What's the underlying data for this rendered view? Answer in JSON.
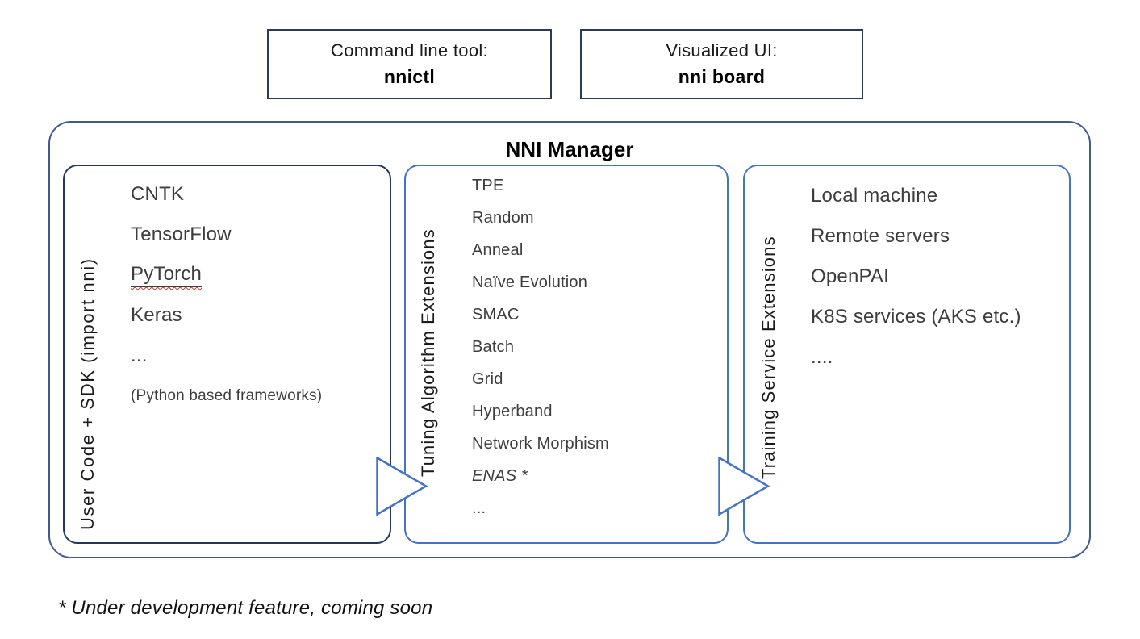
{
  "top_boxes": [
    {
      "line1": "Command line tool:",
      "line2": "nnictl"
    },
    {
      "line1": "Visualized UI:",
      "line2": "nni board"
    }
  ],
  "manager": {
    "title": "NNI Manager",
    "panels": [
      {
        "side_label": "User Code + SDK (import nni)",
        "items": [
          {
            "label": "CNTK"
          },
          {
            "label": "TensorFlow"
          },
          {
            "label": "PyTorch",
            "class": "pytorch"
          },
          {
            "label": "Keras"
          },
          {
            "label": "..."
          },
          {
            "label": "(Python based frameworks)",
            "class": "small"
          }
        ]
      },
      {
        "side_label": "Tuning Algorithm Extensions",
        "items": [
          {
            "label": "TPE"
          },
          {
            "label": "Random"
          },
          {
            "label": "Anneal"
          },
          {
            "label": "Naïve Evolution"
          },
          {
            "label": "SMAC"
          },
          {
            "label": "Batch"
          },
          {
            "label": "Grid"
          },
          {
            "label": "Hyperband"
          },
          {
            "label": "Network Morphism"
          },
          {
            "label": "ENAS *",
            "class": "italic"
          },
          {
            "label": "..."
          }
        ]
      },
      {
        "side_label": "Training Service Extensions",
        "items": [
          {
            "label": "Local machine"
          },
          {
            "label": "Remote servers"
          },
          {
            "label": "OpenPAI"
          },
          {
            "label": "K8S services (AKS etc.)"
          },
          {
            "label": "...."
          }
        ]
      }
    ]
  },
  "footnote": "* Under development feature, coming soon",
  "colors": {
    "accent_blue": "#4472c4",
    "dark_navy_border": "#24365c",
    "outer_slate_border": "#41598f",
    "top_box_border": "#2c3b52",
    "squiggle_red": "#c0392b"
  },
  "icons": {
    "arrow": "flow-arrow-right-triangle"
  }
}
